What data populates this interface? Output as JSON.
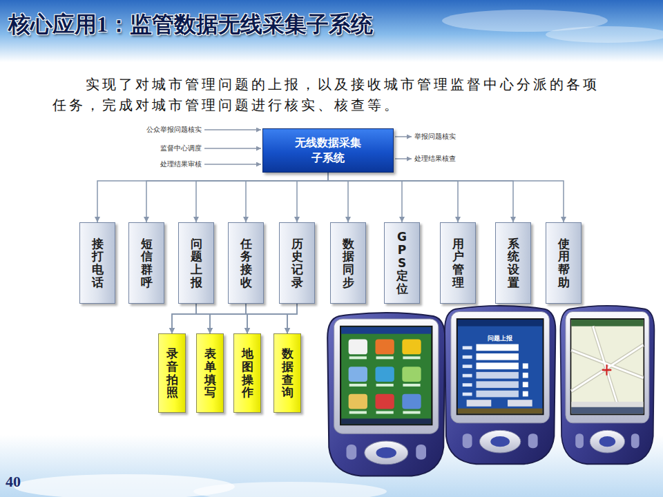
{
  "diagram": {
    "title": "核心应用1：监管数据无线采集子系统",
    "nodes": [
      {
        "text": [
          "无线数据采集子系统"
        ]
      },
      {
        "text": [
          "接打电话"
        ]
      },
      {
        "text": [
          "短信群呼"
        ]
      },
      {
        "text": [
          "问题上报"
        ]
      },
      {
        "text": [
          "任务接收"
        ]
      },
      {
        "text": [
          "历史记录"
        ]
      },
      {
        "text": [
          "数据同步"
        ]
      },
      {
        "text": [
          "GPS定位"
        ]
      },
      {
        "text": [
          "用户管理"
        ]
      },
      {
        "text": [
          "系统设置"
        ]
      },
      {
        "text": [
          "使用帮助"
        ]
      },
      {
        "text": [
          "录音拍照"
        ]
      },
      {
        "text": [
          "表单填写"
        ]
      },
      {
        "text": [
          "地图操作"
        ]
      },
      {
        "text": [
          "数据查询"
        ]
      }
    ],
    "edges": [
      {
        "from": 0,
        "to": 1,
        "arrow": "to"
      },
      {
        "from": 0,
        "to": 2,
        "arrow": "to"
      },
      {
        "from": 0,
        "to": 3,
        "arrow": "to"
      },
      {
        "from": 0,
        "to": 4,
        "arrow": "to"
      },
      {
        "from": 0,
        "to": 5,
        "arrow": "to"
      },
      {
        "from": 0,
        "to": 6,
        "arrow": "to"
      },
      {
        "from": 0,
        "to": 7,
        "arrow": "to"
      },
      {
        "from": 0,
        "to": 8,
        "arrow": "to"
      },
      {
        "from": 0,
        "to": 9,
        "arrow": "to"
      },
      {
        "from": 0,
        "to": 10,
        "arrow": "to"
      },
      {
        "from": 3,
        "to": 11,
        "arrow": "to"
      },
      {
        "from": 3,
        "to": 12,
        "arrow": "to"
      },
      {
        "from": 3,
        "to": 13,
        "arrow": "to"
      },
      {
        "from": 3,
        "to": 14,
        "arrow": "to"
      },
      {
        "from": 4,
        "to": 11,
        "arrow": "to"
      },
      {
        "from": 4,
        "to": 12,
        "arrow": "to"
      },
      {
        "from": 4,
        "to": 13,
        "arrow": "to"
      },
      {
        "from": 4,
        "to": 14,
        "arrow": "to"
      },
      {
        "from": 5,
        "to": 11,
        "arrow": "to"
      },
      {
        "from": 5,
        "to": 12,
        "arrow": "to"
      },
      {
        "from": 5,
        "to": 13,
        "arrow": "to"
      },
      {
        "from": 5,
        "to": 14,
        "arrow": "to"
      }
    ],
    "labels": [
      "实现了对城市管理问题的上报，以及接收城市管理监督中心分派的各项任务，完成对城市管理问题进行核实、核查等。",
      "公众举报问题核实",
      "监督中心调度",
      "处理结果审核",
      "举报问题核实",
      "处理结果核查",
      "问题上报",
      "40"
    ]
  }
}
